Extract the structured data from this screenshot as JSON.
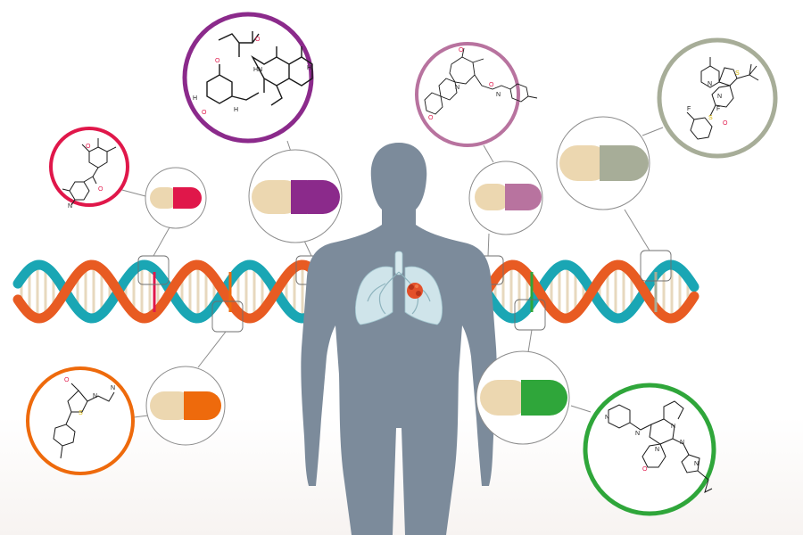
{
  "colors": {
    "helix_orange": "#e85b22",
    "helix_teal": "#1aa6b4",
    "rung": "#e7d8be",
    "body": "#7c8b9b",
    "lung": "#cfe4ea",
    "tumor": "#e3502a",
    "capsule_base": "#ecd7b0",
    "connector": "#8c8c8c"
  },
  "therapies": [
    {
      "id": "red",
      "color": "#e0174a",
      "molecule": "molecule-structure-red"
    },
    {
      "id": "purple",
      "color": "#8b2a8b",
      "molecule": "molecule-structure-purple"
    },
    {
      "id": "orange",
      "color": "#ee6a0c",
      "molecule": "molecule-structure-orange"
    },
    {
      "id": "mauve",
      "color": "#b8739f",
      "molecule": "molecule-structure-mauve"
    },
    {
      "id": "sage",
      "color": "#a7ad98",
      "molecule": "molecule-structure-sage"
    },
    {
      "id": "green",
      "color": "#2fa63a",
      "molecule": "molecule-structure-green"
    }
  ],
  "labels": {
    "chem": {
      "o": "O",
      "n": "N",
      "h": "H",
      "s": "S",
      "hn": "HN",
      "f": "F"
    }
  }
}
